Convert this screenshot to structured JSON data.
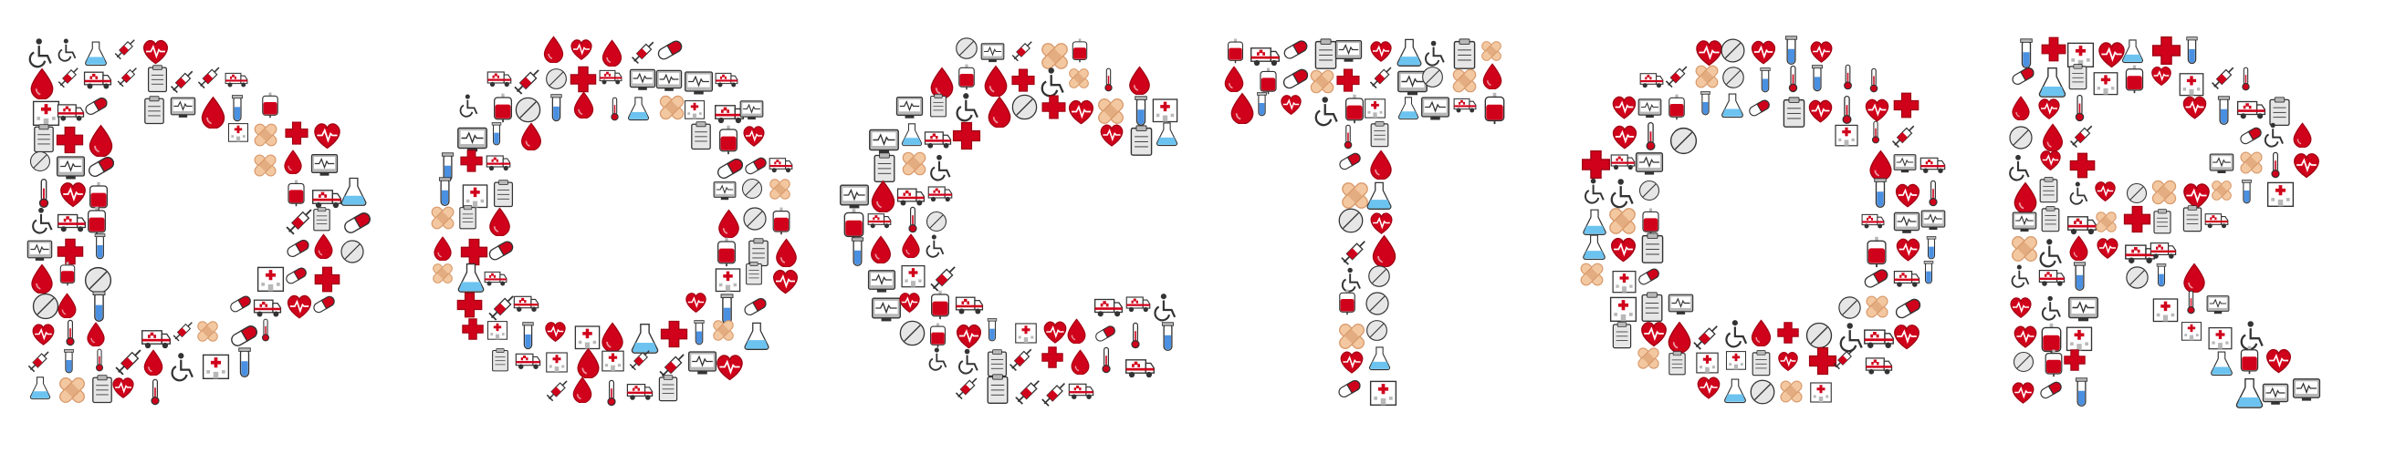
{
  "artwork": {
    "letters": [
      {
        "char": "D",
        "style": "letter-D"
      },
      {
        "char": "O",
        "style": "letter-O"
      },
      {
        "char": "C",
        "style": "letter-C"
      },
      {
        "char": "T",
        "style": "letter-T"
      },
      {
        "char": "O",
        "style": "letter-O"
      },
      {
        "char": "R",
        "style": "letter-R"
      }
    ],
    "icon_kinds": [
      "blood-drop",
      "heart-ecg",
      "red-cross",
      "bandage",
      "pill-capsule",
      "round-tablet",
      "syringe",
      "thermometer",
      "test-tube",
      "flask",
      "clipboard",
      "ambulance",
      "hospital",
      "blood-bag",
      "wheelchair",
      "ecg-monitor"
    ],
    "colors": {
      "red": "#d0021b",
      "dark_red": "#a00012",
      "blue": "#4a90e2",
      "light_blue": "#6cc3f0",
      "bandage": "#f3c8a0",
      "bandage_dark": "#d99a6c",
      "outline": "#333333",
      "gray": "#b8b8b8",
      "light_gray": "#e6e6e6",
      "white": "#ffffff"
    }
  }
}
